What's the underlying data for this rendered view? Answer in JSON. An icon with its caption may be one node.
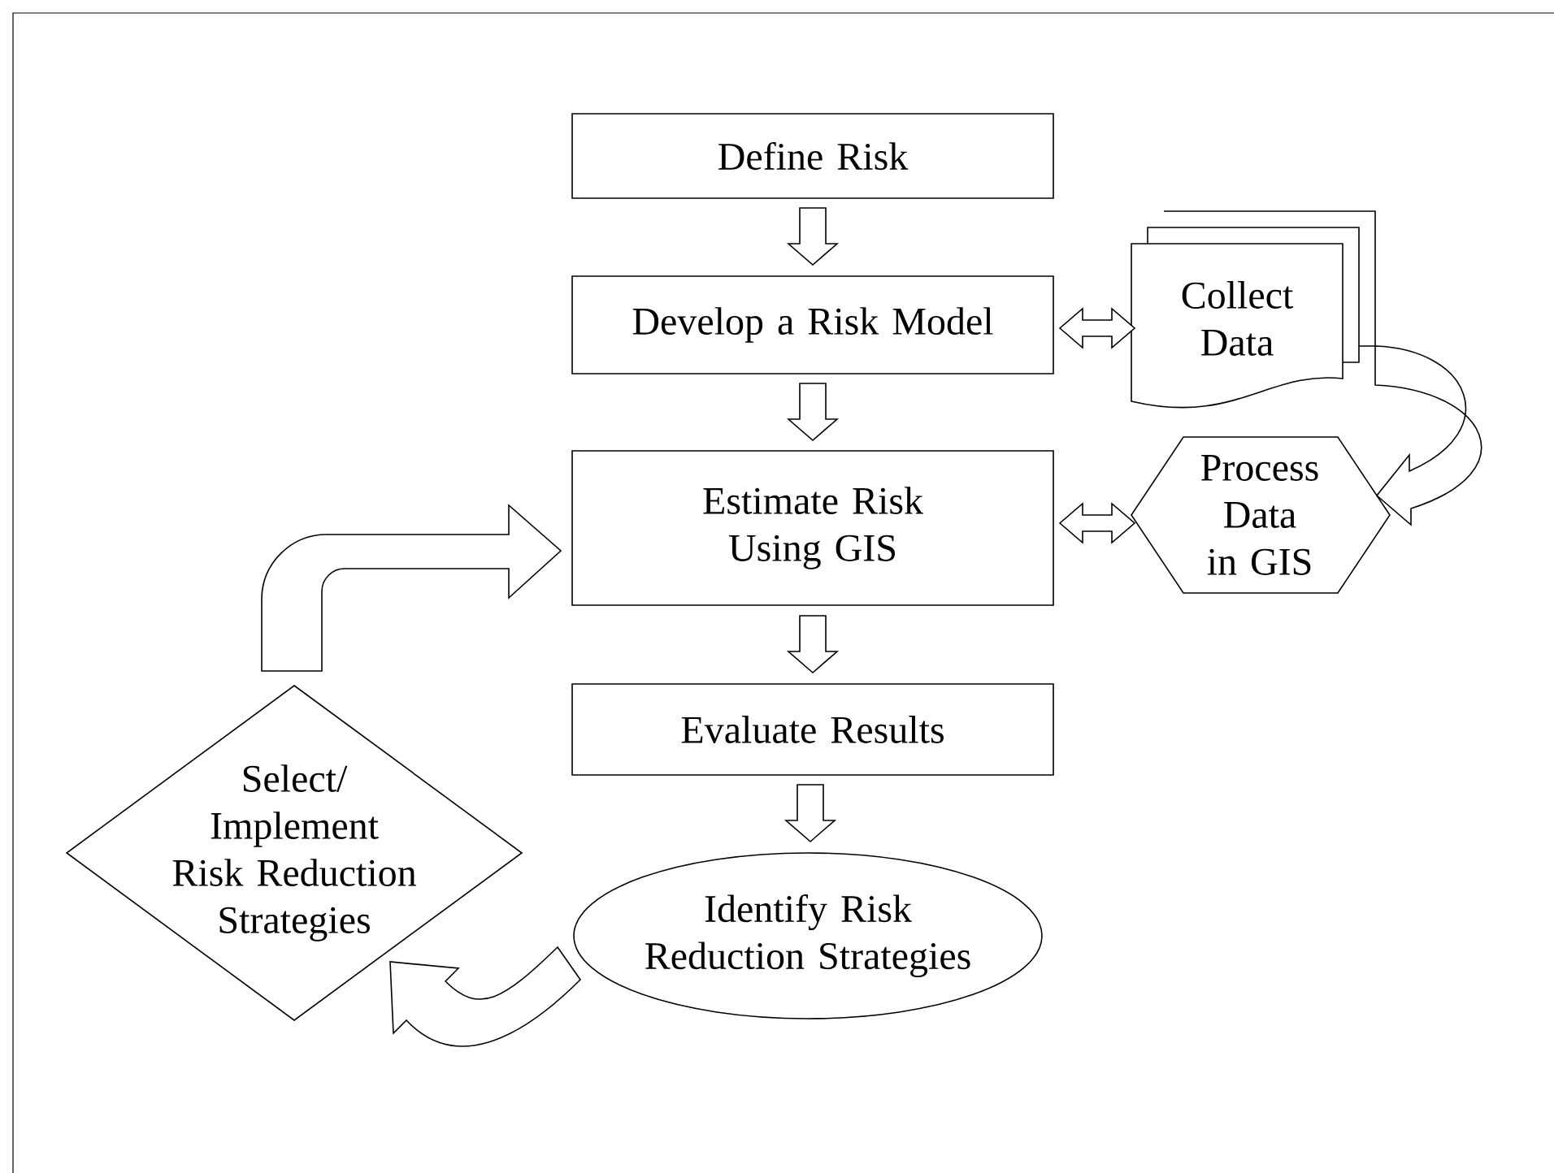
{
  "diagram": {
    "nodes": [
      {
        "text": [
          "Define Risk"
        ]
      },
      {
        "text": [
          "Develop a Risk Model"
        ]
      },
      {
        "text": [
          "Estimate Risk Using GIS"
        ]
      },
      {
        "text": [
          "Evaluate Results"
        ]
      },
      {
        "text": [
          "Identify Risk Reduction Strategies"
        ]
      },
      {
        "text": [
          "Collect Data"
        ]
      },
      {
        "text": [
          "Process Data in GIS"
        ]
      },
      {
        "text": [
          "Select/ Implement Risk Reduction Strategies"
        ]
      }
    ],
    "edges": [
      {
        "from": 0,
        "to": 1,
        "arrow": "to"
      },
      {
        "from": 1,
        "to": 2,
        "arrow": "to"
      },
      {
        "from": 2,
        "to": 3,
        "arrow": "to"
      },
      {
        "from": 3,
        "to": 4,
        "arrow": "to"
      },
      {
        "from": 1,
        "to": 5,
        "arrow": "both"
      },
      {
        "from": 2,
        "to": 6,
        "arrow": "both"
      },
      {
        "from": 5,
        "to": 6,
        "arrow": "to"
      },
      {
        "from": 4,
        "to": 7,
        "arrow": "to"
      },
      {
        "from": 7,
        "to": 2,
        "arrow": "to"
      }
    ]
  }
}
